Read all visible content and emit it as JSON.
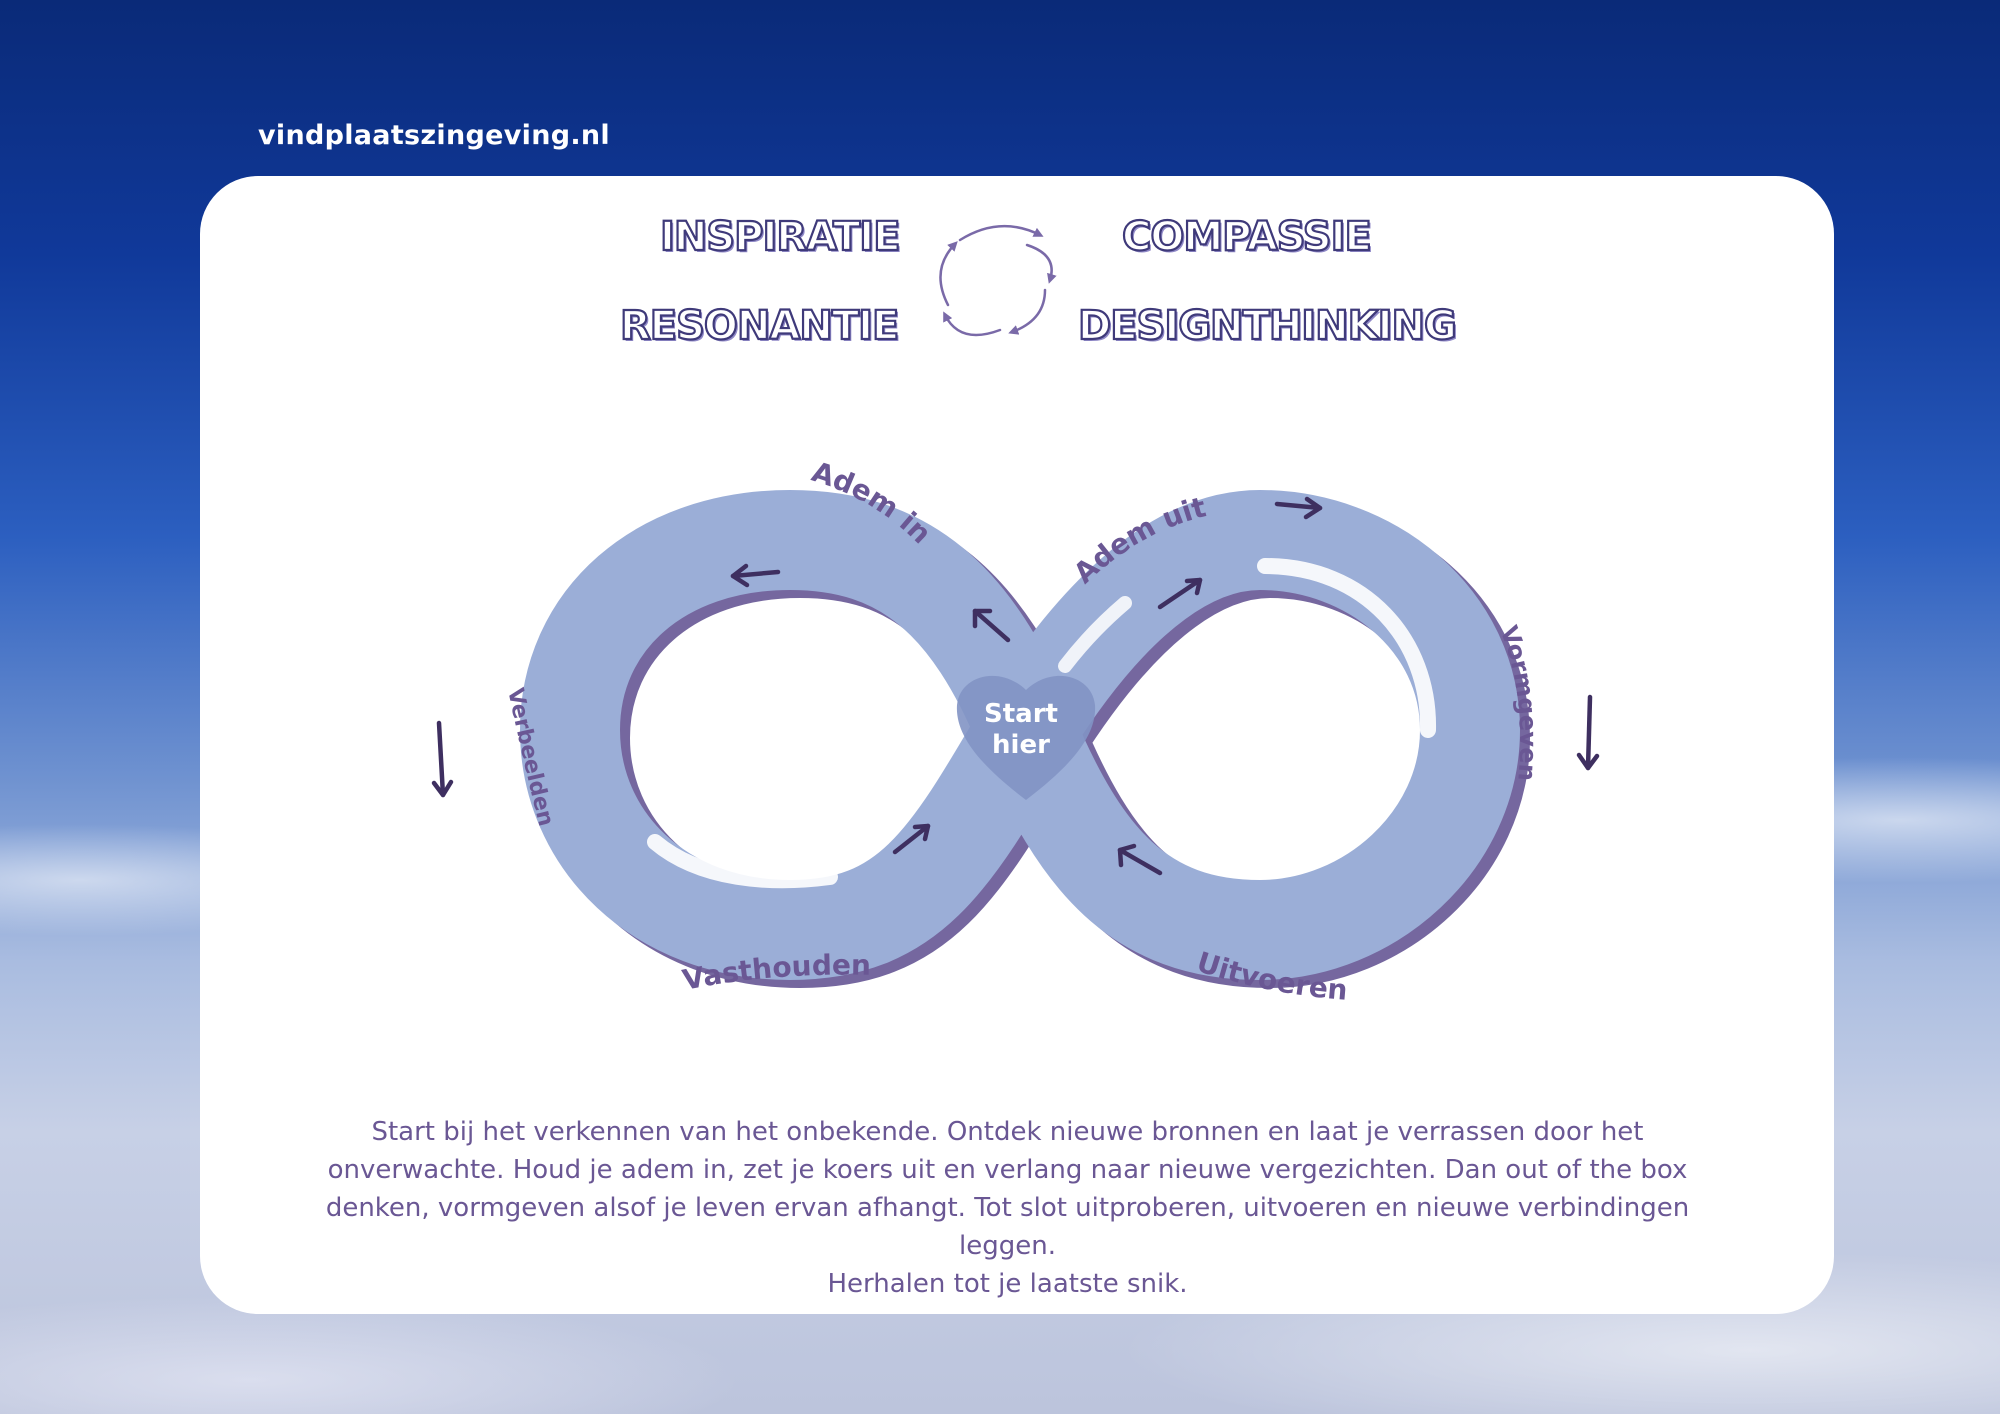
{
  "site_label": "vindplaatszingeving.nl",
  "keywords": {
    "inspiratie": "INSPIRATIE",
    "compassie": "COMPASSIE",
    "resonantie": "RESONANTIE",
    "designthinking": "DESIGNTHINKING"
  },
  "loop_labels": {
    "adem_in": "Adem in",
    "adem_uit": "Adem uit",
    "vormgeven": "Vormgeven",
    "uitvoeren": "Uitvoeren",
    "vasthouden": "Vasthouden",
    "verbeelden": "Verbeelden"
  },
  "center": {
    "line1": "Start",
    "line2": "hier"
  },
  "description": {
    "paragraph": "Start bij het verkennen van het onbekende. Ontdek nieuwe bronnen en laat je verrassen door het onverwachte. Houd je adem in, zet je koers uit en verlang naar nieuwe vergezichten. Dan out of the box denken, vormgeven alsof je leven ervan afhangt. Tot slot uitproberen, uitvoeren en nieuwe verbindingen leggen.",
    "closing": "Herhalen tot je laatste snik."
  },
  "colors": {
    "loop_fill": "#9baed7",
    "loop_shadow": "#75679f",
    "label_text": "#6a5794",
    "arrow": "#3e2f60"
  }
}
